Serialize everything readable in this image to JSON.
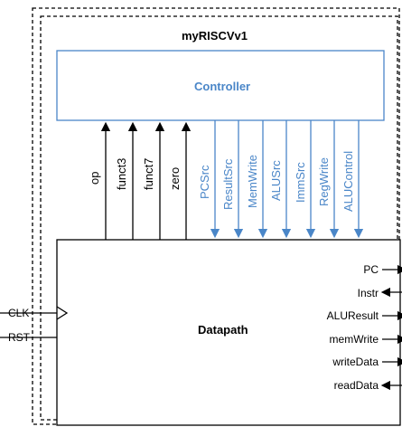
{
  "module_title": "myRISCVv1",
  "controller_label": "Controller",
  "datapath_label": "Datapath",
  "datapath_to_controller_signals": [
    "op",
    "funct3",
    "funct7",
    "zero"
  ],
  "controller_to_datapath_signals": [
    "PCSrc",
    "ResultSrc",
    "MemWrite",
    "ALUSrc",
    "ImmSrc",
    "RegWrite",
    "ALUControl"
  ],
  "left_ports": [
    "CLK",
    "RST"
  ],
  "right_ports": [
    "PC",
    "Instr",
    "ALUResult",
    "memWrite",
    "writeData",
    "readData"
  ],
  "colors": {
    "control": "#4a86c8",
    "lines": "#000000"
  }
}
